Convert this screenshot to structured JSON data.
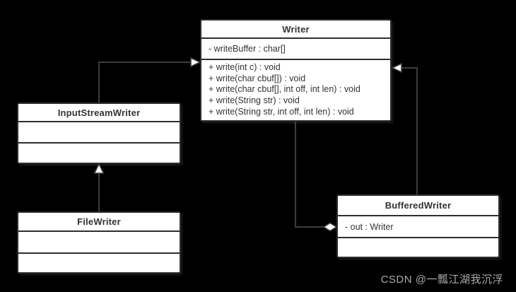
{
  "diagram": {
    "type": "uml-class-diagram",
    "classes": [
      {
        "id": "writer",
        "name": "Writer",
        "attributes": [
          "- writeBuffer : char[]"
        ],
        "methods": [
          "+ write(int c) : void",
          "+ write(char cbuf[]) : void",
          "+ write(char cbuf[], int off, int len) : void",
          "+ write(String str) : void",
          "+ write(String str, int off, int len) : void"
        ]
      },
      {
        "id": "input-stream-writer",
        "name": "InputStreamWriter",
        "attributes": [],
        "methods": []
      },
      {
        "id": "file-writer",
        "name": "FileWriter",
        "attributes": [],
        "methods": []
      },
      {
        "id": "buffered-writer",
        "name": "BufferedWriter",
        "attributes": [
          "- out : Writer"
        ],
        "methods": []
      }
    ],
    "relationships": [
      {
        "from": "InputStreamWriter",
        "to": "Writer",
        "type": "generalization",
        "marker": "hollow-triangle"
      },
      {
        "from": "FileWriter",
        "to": "InputStreamWriter",
        "type": "generalization",
        "marker": "hollow-triangle"
      },
      {
        "from": "BufferedWriter",
        "to": "Writer",
        "type": "generalization",
        "marker": "hollow-triangle"
      },
      {
        "from": "Writer",
        "to": "BufferedWriter",
        "type": "aggregation",
        "marker": "hollow-diamond"
      }
    ]
  },
  "watermark": {
    "text": "CSDN @一瓢江湖我沉浮"
  },
  "colors": {
    "background": "#000000",
    "box_fill": "#ffffff",
    "box_border": "#2e2e2e",
    "line": "#3d3d3d",
    "text": "#333333",
    "watermark": "#ababab"
  }
}
